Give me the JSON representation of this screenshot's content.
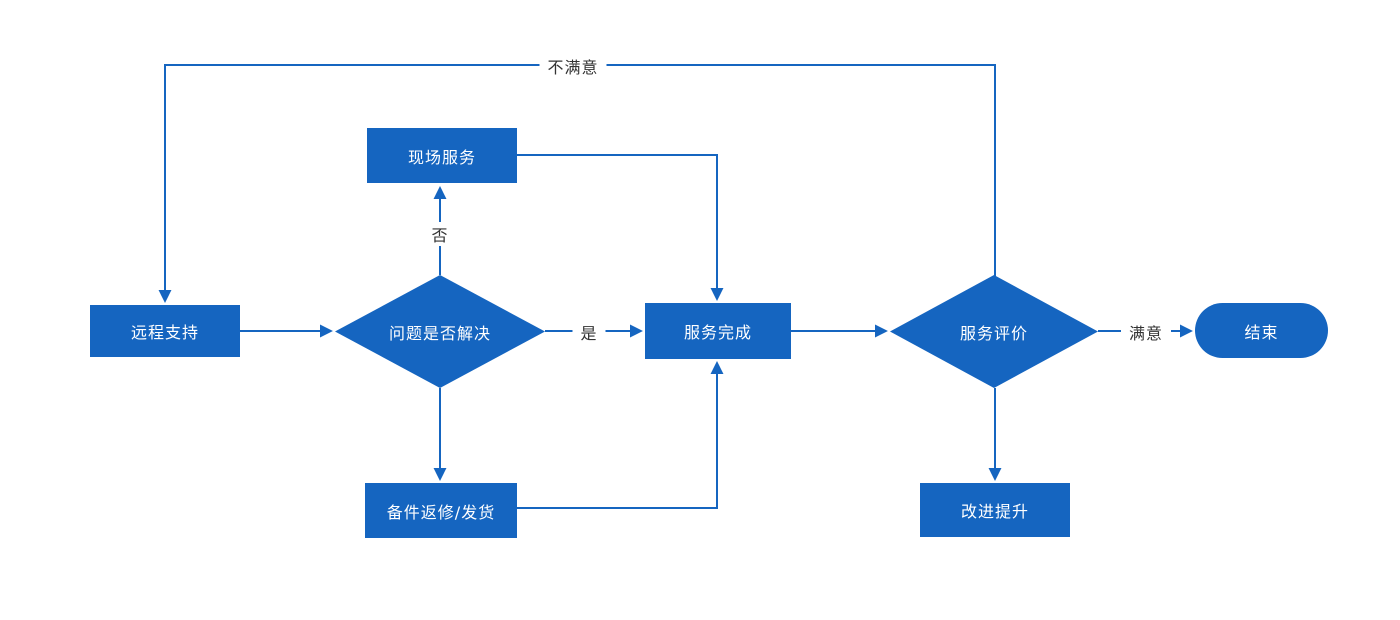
{
  "diagram": {
    "accent_color": "#1565C0",
    "edge_label_color": "#333333",
    "nodes": {
      "remote_support": {
        "label": "远程支持",
        "shape": "rect"
      },
      "onsite_service": {
        "label": "现场服务",
        "shape": "rect"
      },
      "problem_solved": {
        "label": "问题是否解决",
        "shape": "diamond"
      },
      "service_complete": {
        "label": "服务完成",
        "shape": "rect"
      },
      "service_evaluation": {
        "label": "服务评价",
        "shape": "diamond"
      },
      "end": {
        "label": "结束",
        "shape": "pill"
      },
      "parts_repair": {
        "label": "备件返修/发货",
        "shape": "rect"
      },
      "improvement": {
        "label": "改进提升",
        "shape": "rect"
      }
    },
    "edge_labels": {
      "no": "否",
      "yes": "是",
      "satisfied": "满意",
      "dissatisfied": "不满意"
    }
  }
}
